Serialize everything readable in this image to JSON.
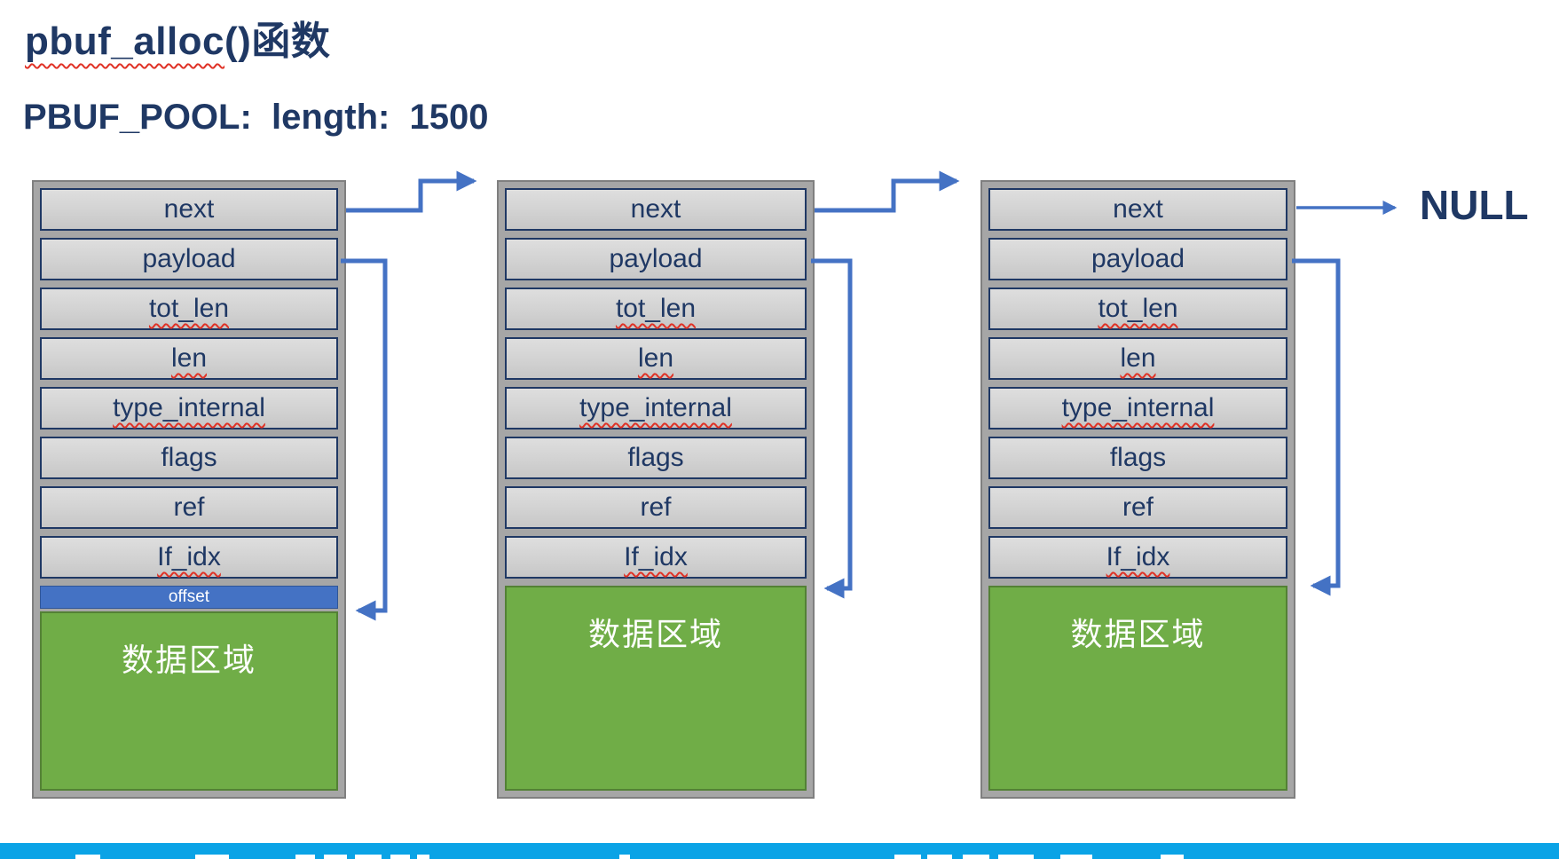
{
  "slide": {
    "title": {
      "underlined": "pbuf_alloc",
      "rest": "()函数"
    },
    "subtitle": "PBUF_POOL:  length:  1500",
    "null_label": "NULL"
  },
  "colors": {
    "heading_navy": "#1F3864",
    "cell_border_navy": "#1F3864",
    "cell_fill_gray": "#D2D2D2",
    "frame_gray": "#A6A6A6",
    "frame_border_gray": "#7F7F7F",
    "arrow_blue": "#4472C4",
    "offset_blue": "#4472C4",
    "data_area_green": "#70AD47",
    "data_area_border_green": "#538135",
    "spellcheck_red": "#E03226",
    "footer_cyan": "#0AA3E6"
  },
  "boxes": [
    {
      "fields": [
        "next",
        "payload",
        "tot_len",
        "len",
        "type_internal",
        "flags",
        "ref",
        "If_idx"
      ],
      "offset_label": "offset",
      "data_area_label": "数据区域"
    },
    {
      "fields": [
        "next",
        "payload",
        "tot_len",
        "len",
        "type_internal",
        "flags",
        "ref",
        "If_idx"
      ],
      "data_area_label": "数据区域"
    },
    {
      "fields": [
        "next",
        "payload",
        "tot_len",
        "len",
        "type_internal",
        "flags",
        "ref",
        "If_idx"
      ],
      "data_area_label": "数据区域"
    }
  ]
}
